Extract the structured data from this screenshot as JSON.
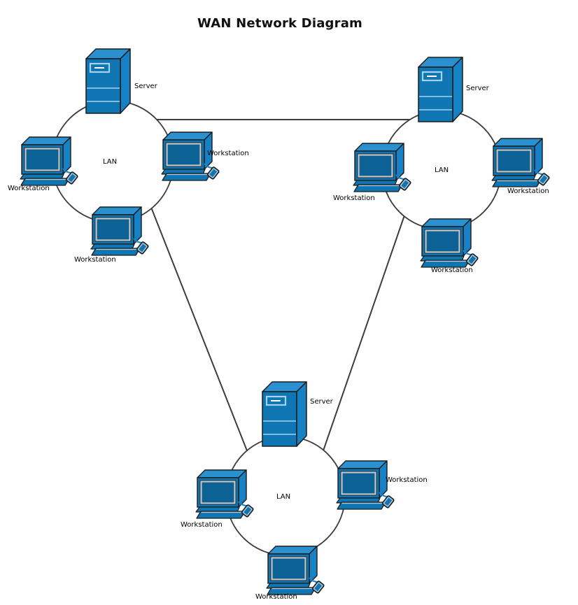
{
  "title": "WAN Network Diagram",
  "colors": {
    "node_fill": "#1076b3",
    "node_top": "#2a90cf",
    "node_side": "#1682c5",
    "screen_fill": "#0c6195",
    "outline": "#1c1c1c",
    "connector": "#3d3d3d",
    "silver_highlight": "#c8c8c8",
    "accent_light": "#a5d2ee",
    "background": "#ffffff",
    "text": "#000000"
  },
  "lans": [
    {
      "id": "lan-top-left",
      "ring_label": "LAN",
      "server_label": "Server",
      "workstation_labels": [
        "Workstation",
        "Workstation",
        "Workstation"
      ]
    },
    {
      "id": "lan-top-right",
      "ring_label": "LAN",
      "server_label": "Server",
      "workstation_labels": [
        "Workstation",
        "Workstation",
        "Workstation"
      ]
    },
    {
      "id": "lan-bottom",
      "ring_label": "LAN",
      "server_label": "Server",
      "workstation_labels": [
        "Workstation",
        "Workstation",
        "Workstation"
      ]
    }
  ],
  "links": [
    {
      "from": "lan-top-left",
      "to": "lan-top-right"
    },
    {
      "from": "lan-top-left",
      "to": "lan-bottom"
    },
    {
      "from": "lan-top-right",
      "to": "lan-bottom"
    }
  ]
}
